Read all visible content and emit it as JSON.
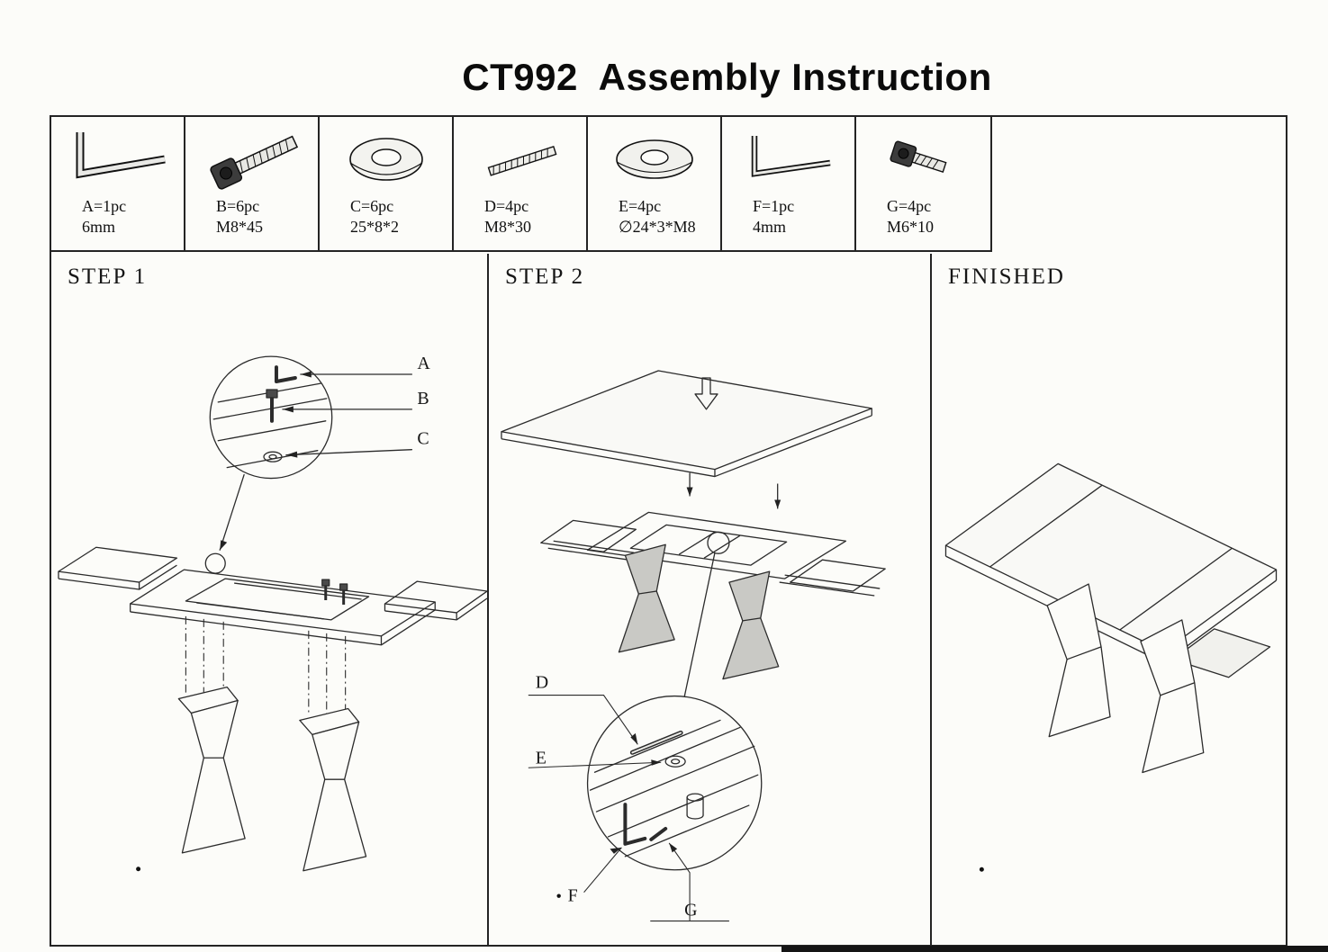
{
  "title": "CT992  Assembly Instruction",
  "parts_table": {
    "items": [
      {
        "label": "A=1pc",
        "spec": "6mm",
        "icon": "allen-key-icon"
      },
      {
        "label": "B=6pc",
        "spec": "M8*45",
        "icon": "socket-head-bolt-icon"
      },
      {
        "label": "C=6pc",
        "spec": "25*8*2",
        "icon": "washer-icon"
      },
      {
        "label": "D=4pc",
        "spec": "M8*30",
        "icon": "threaded-screw-icon"
      },
      {
        "label": "E=4pc",
        "spec": "∅24*3*M8",
        "icon": "flat-washer-icon"
      },
      {
        "label": "F=1pc",
        "spec": "4mm",
        "icon": "allen-key-small-icon"
      },
      {
        "label": "G=4pc",
        "spec": "M6*10",
        "icon": "small-bolt-icon"
      }
    ]
  },
  "steps": [
    {
      "label": "STEP 1",
      "callouts": [
        "A",
        "B",
        "C"
      ]
    },
    {
      "label": "STEP 2",
      "callouts": [
        "D",
        "E",
        "F",
        "G"
      ]
    },
    {
      "label": "FINISHED",
      "callouts": []
    }
  ]
}
